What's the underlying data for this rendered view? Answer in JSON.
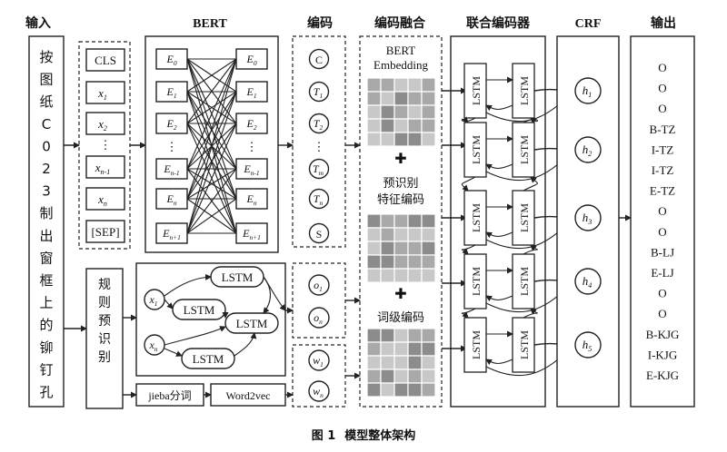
{
  "headers": {
    "input": "输入",
    "bert": "BERT",
    "encode": "编码",
    "fusion": "编码融合",
    "joint": "联合编码器",
    "crf": "CRF",
    "output": "输出"
  },
  "input_chars": [
    "按",
    "图",
    "纸",
    "C",
    "0",
    "2",
    "3",
    "制",
    "出",
    "窗",
    "框",
    "上",
    "的",
    "铆",
    "钉",
    "孔"
  ],
  "tokens": {
    "cls": "CLS",
    "x1": "x",
    "x1_sub": "1",
    "x2": "x",
    "x2_sub": "2",
    "dots": "⋮",
    "xn1": "x",
    "xn1_sub": "n-1",
    "xn": "x",
    "xn_sub": "n",
    "sep": "[SEP]"
  },
  "bert_embed": {
    "e": "E",
    "subs": [
      "0",
      "1",
      "2",
      "",
      "n-1",
      "n",
      "n+1"
    ]
  },
  "encode_nodes": {
    "c": "C",
    "t": "T",
    "t_subs": [
      "1",
      "2",
      "m",
      "n"
    ],
    "s": "S",
    "o": "o",
    "o_subs": [
      "1",
      "n"
    ],
    "w": "w",
    "w_subs": [
      "1",
      "n"
    ],
    "dots": "⋮"
  },
  "rule": {
    "label_chars": [
      "规",
      "则",
      "预",
      "识",
      "别"
    ],
    "x1": "x",
    "x1_sub": "1",
    "xn": "x",
    "xn_sub": "n",
    "lstm": "LSTM",
    "jieba": "jieba分词",
    "word2vec": "Word2vec"
  },
  "fusion": {
    "bert_line1": "BERT",
    "bert_line2": "Embedding",
    "plus": "✚",
    "pre_line1": "预识别",
    "pre_line2": "特征编码",
    "word": "词级编码"
  },
  "joint": {
    "lstm": "LSTM"
  },
  "crf": {
    "h": "h",
    "subs": [
      "1",
      "2",
      "3",
      "4",
      "5"
    ]
  },
  "output_labels": [
    "O",
    "O",
    "O",
    "B-TZ",
    "I-TZ",
    "I-TZ",
    "E-TZ",
    "O",
    "O",
    "B-LJ",
    "E-LJ",
    "O",
    "O",
    "B-KJG",
    "I-KJG",
    "E-KJG"
  ],
  "caption": {
    "fig": "图 1",
    "text": "模型整体架构"
  },
  "colors": {
    "grid_light": "#c8c8c8",
    "grid_mid": "#a9a9a9",
    "grid_dark": "#8c8c8c"
  }
}
